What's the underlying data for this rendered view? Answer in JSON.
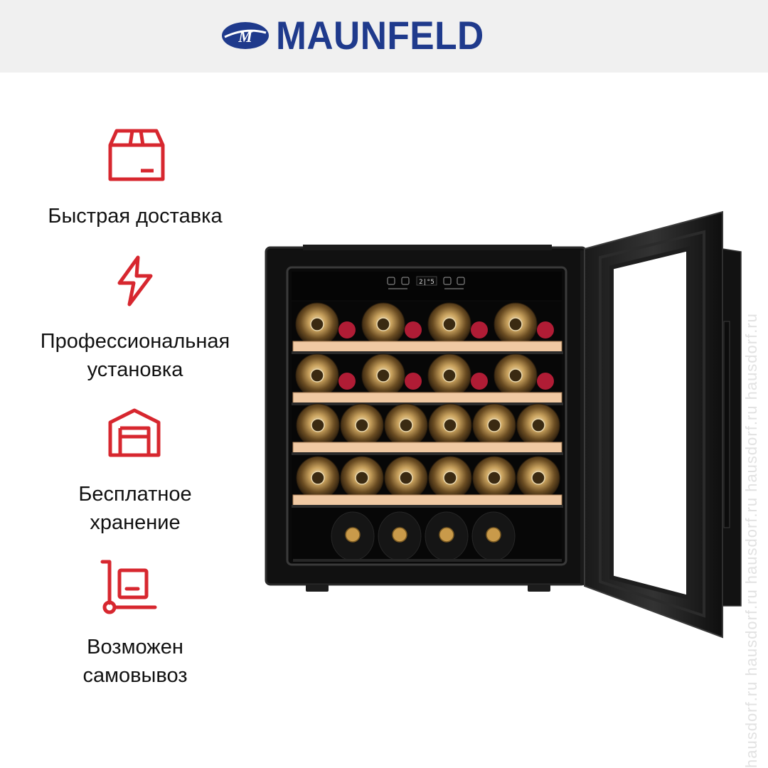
{
  "header": {
    "brand_name": "MAUNFELD",
    "logo_icon": "maunfeld-logo-icon",
    "brand_color": "#1f3a8c",
    "background": "#f0f0f0"
  },
  "features": [
    {
      "icon": "box-icon",
      "label": "Быстрая доставка"
    },
    {
      "icon": "lightning-icon",
      "label": "Профессиональная\nустановка"
    },
    {
      "icon": "warehouse-icon",
      "label": "Бесплатное\nхранение"
    },
    {
      "icon": "hand-truck-icon",
      "label": "Возможен\nсамовывоз"
    }
  ],
  "accent_color": "#d7272f",
  "product": {
    "display_readout": "2|°5",
    "shelf_wood_color": "#f0c9a3",
    "shelves": [
      {
        "bottles": 4
      },
      {
        "bottles": 4
      },
      {
        "bottles": 6
      },
      {
        "bottles": 6
      },
      {
        "bottles": 4
      }
    ]
  },
  "watermark": {
    "text": "hausdorf.ru  hausdorf.ru  hausdorf.ru  hausdorf.ru  hausdorf.ru"
  }
}
